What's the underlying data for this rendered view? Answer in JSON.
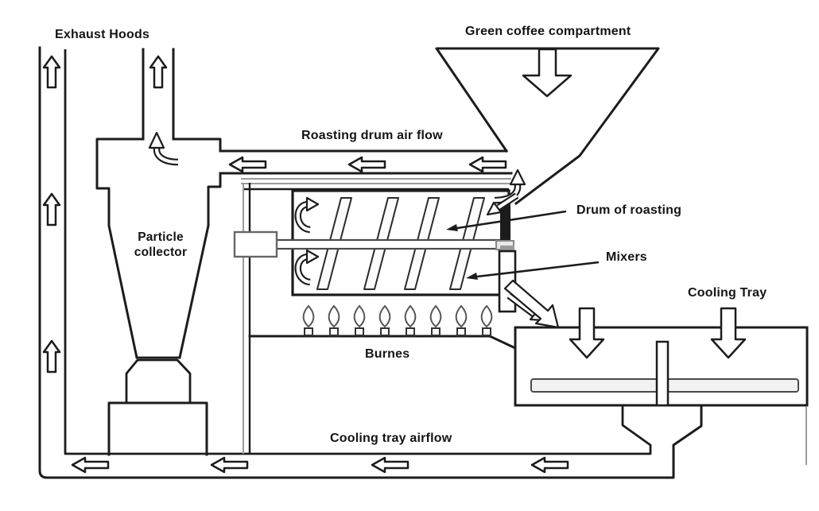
{
  "labels": {
    "exhaust_hoods": "Exhaust Hoods",
    "green_coffee_compartment": "Green coffee compartment",
    "roasting_drum_air_flow": "Roasting drum air flow",
    "particle_collector": "Particle collector",
    "drum_of_roasting": "Drum of roasting",
    "mixers": "Mixers",
    "cooling_tray": "Cooling Tray",
    "burners": "Burnes",
    "cooling_tray_airflow": "Cooling tray airflow"
  },
  "figure": {
    "type": "process-flow-diagram",
    "burner_flame_count": 8,
    "mixer_blade_count": 4,
    "arrow_counts": {
      "exhaust_up_arrows": 4,
      "roasting_duct_left_arrows": 3,
      "cooling_duct_left_arrows": 4,
      "cooling_tray_down_arrows": 2,
      "hopper_down_arrows": 1
    }
  },
  "colors": {
    "line": "#1c1c1c",
    "soft_line": "#9b9b9b",
    "background": "#ffffff"
  }
}
